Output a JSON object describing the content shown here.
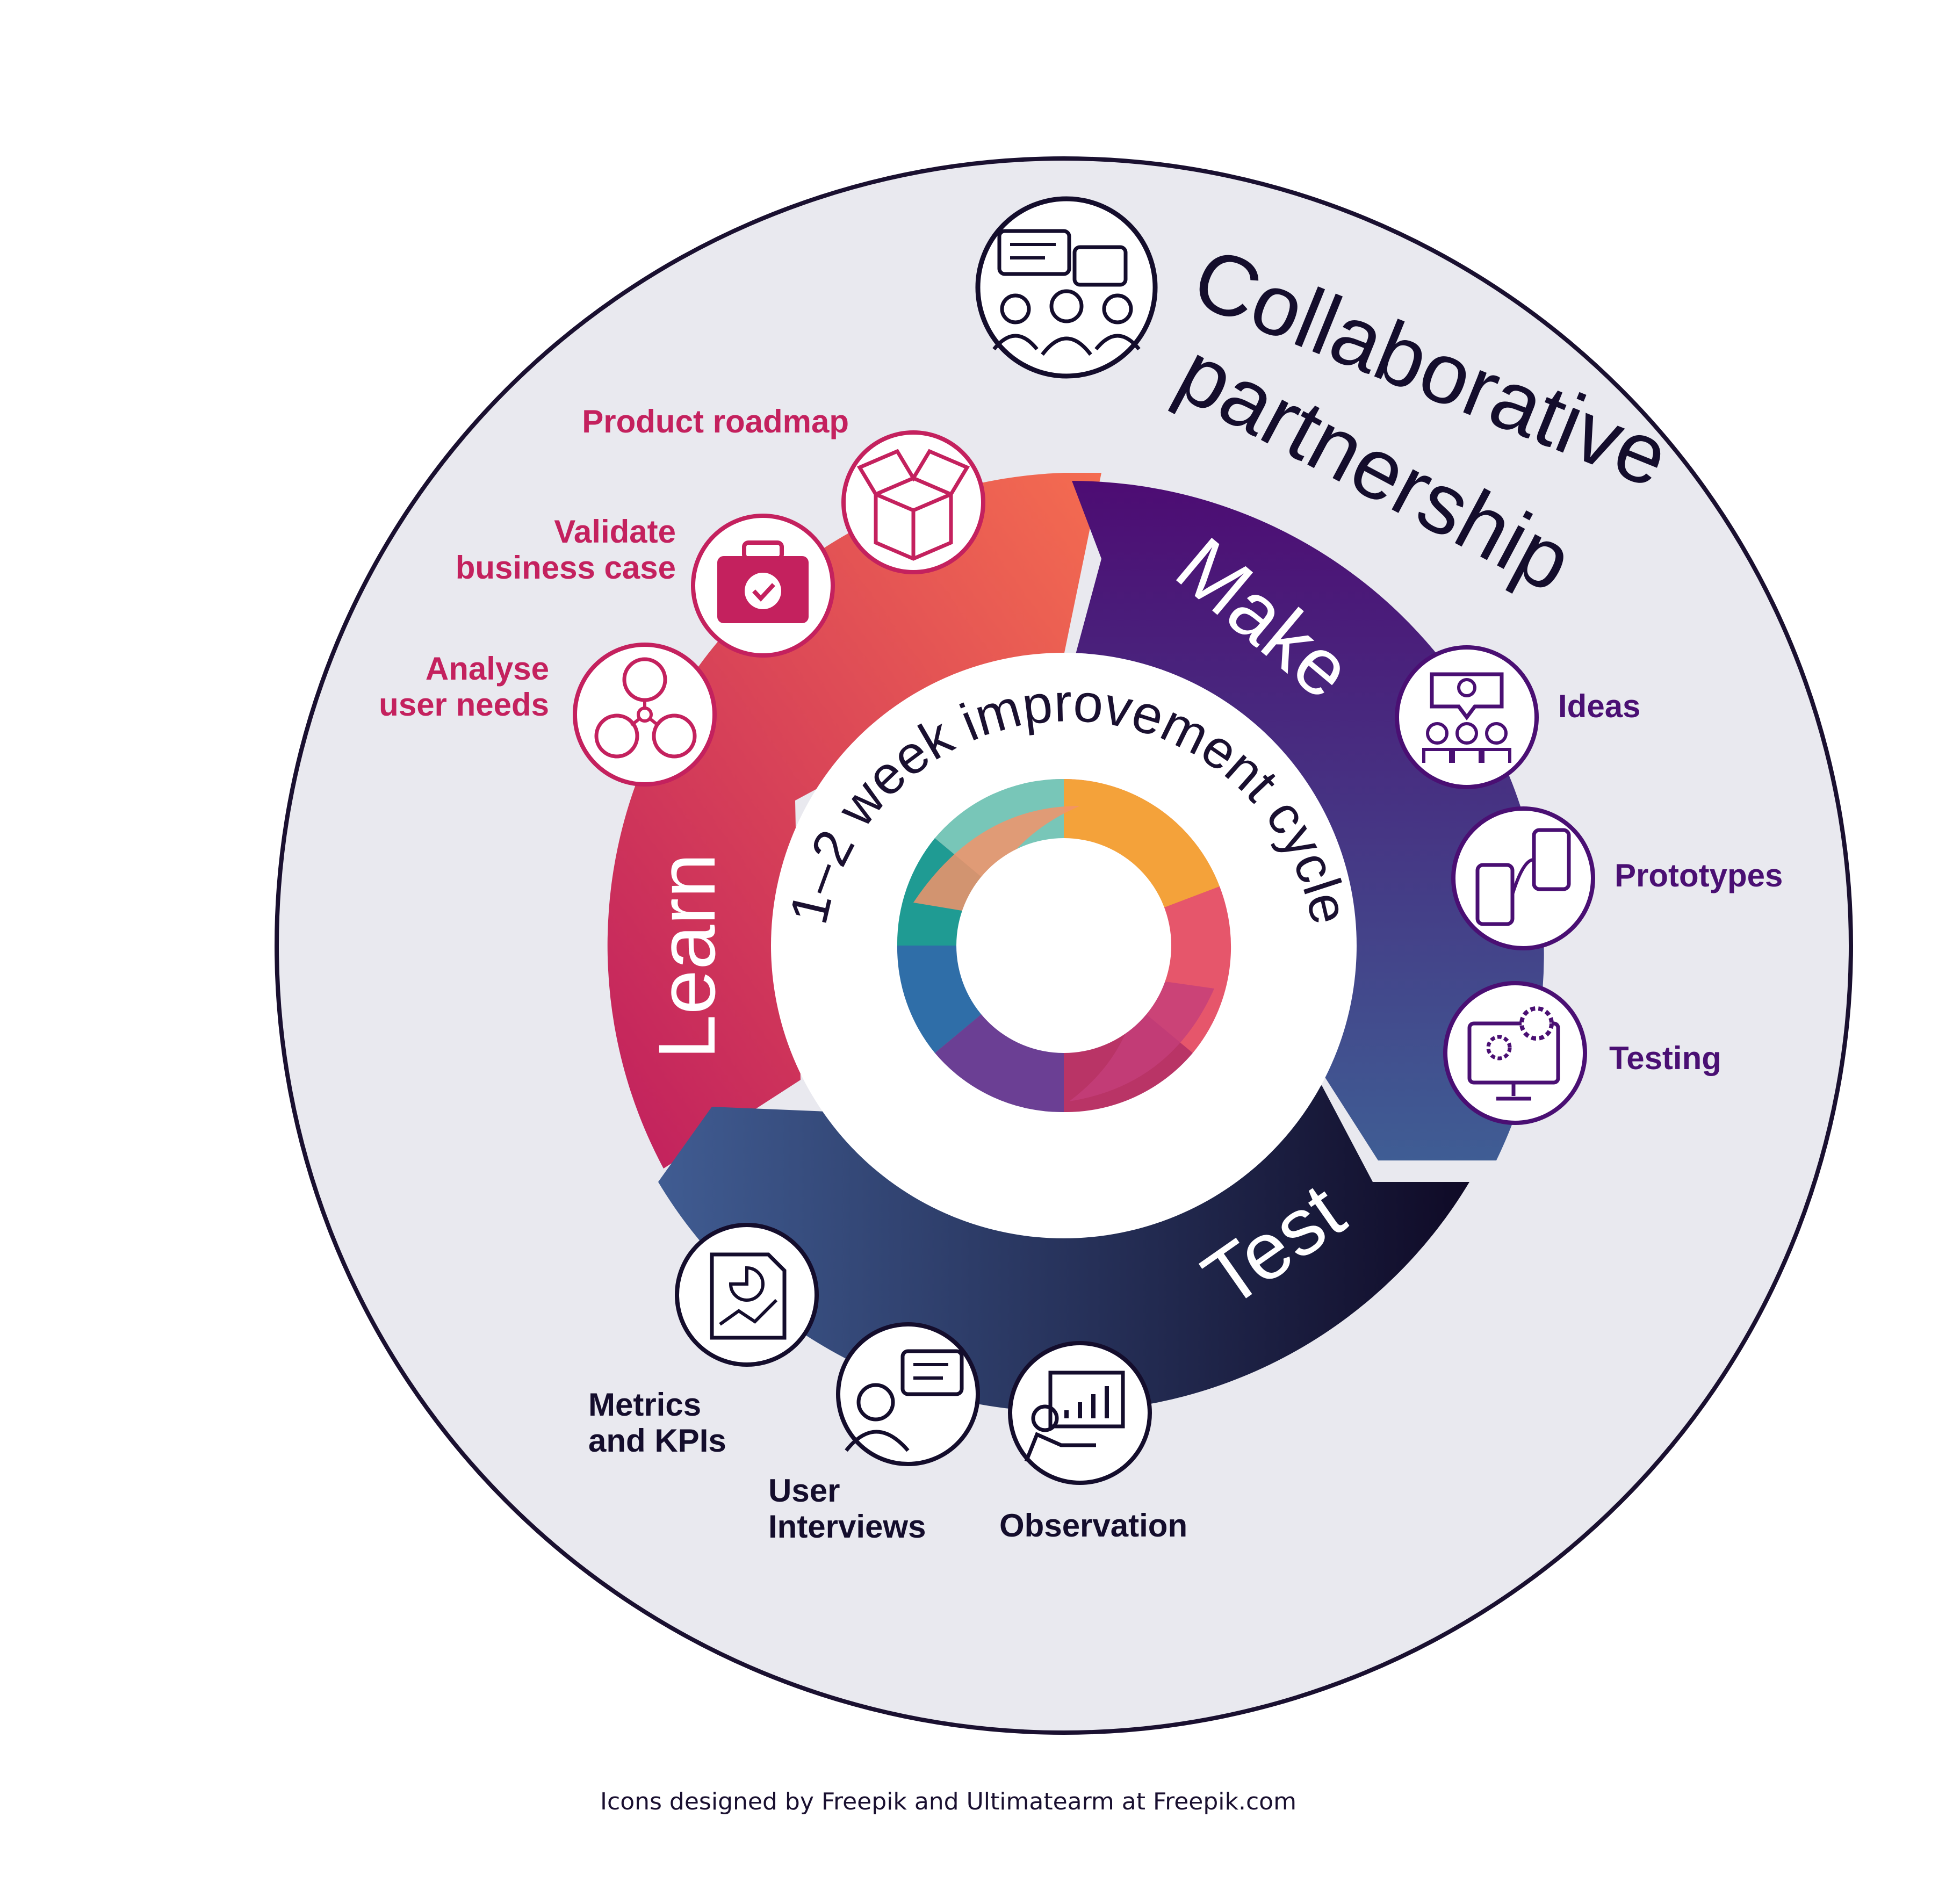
{
  "title": [
    "Collaborative",
    "partnership"
  ],
  "cycle_label": "1–2 week improvement cycle",
  "phases": [
    {
      "name": "Learn",
      "icon": "learn-phase"
    },
    {
      "name": "Make",
      "icon": "make-phase"
    },
    {
      "name": "Test",
      "icon": "test-phase"
    }
  ],
  "learn_items": [
    {
      "label": [
        "Product roadmap"
      ],
      "icon": "open-box-icon"
    },
    {
      "label": [
        "Validate",
        "business case"
      ],
      "icon": "briefcase-check-icon"
    },
    {
      "label": [
        "Analyse",
        "user needs"
      ],
      "icon": "user-network-icon"
    }
  ],
  "make_items": [
    {
      "label": [
        "Ideas"
      ],
      "icon": "team-idea-icon"
    },
    {
      "label": [
        "Prototypes"
      ],
      "icon": "phone-prototype-icon"
    },
    {
      "label": [
        "Testing"
      ],
      "icon": "monitor-gears-icon"
    }
  ],
  "test_items": [
    {
      "label": [
        "Metrics",
        "and KPIs"
      ],
      "icon": "report-chart-icon"
    },
    {
      "label": [
        "User",
        "Interviews"
      ],
      "icon": "user-chat-icon"
    },
    {
      "label": [
        "Observation"
      ],
      "icon": "presentation-board-icon"
    }
  ],
  "credit": "Icons designed by Freepik and Ultimatearm at Freepik.com",
  "colors": {
    "learn": "#c4215e",
    "learn_end": "#f26a50",
    "make": "#4a0f73",
    "make_end": "#3f5c93",
    "test_start": "#3e5a90",
    "test_end": "#100a26",
    "outer_fill": "#e9e9ef",
    "outline": "#1a1030"
  }
}
